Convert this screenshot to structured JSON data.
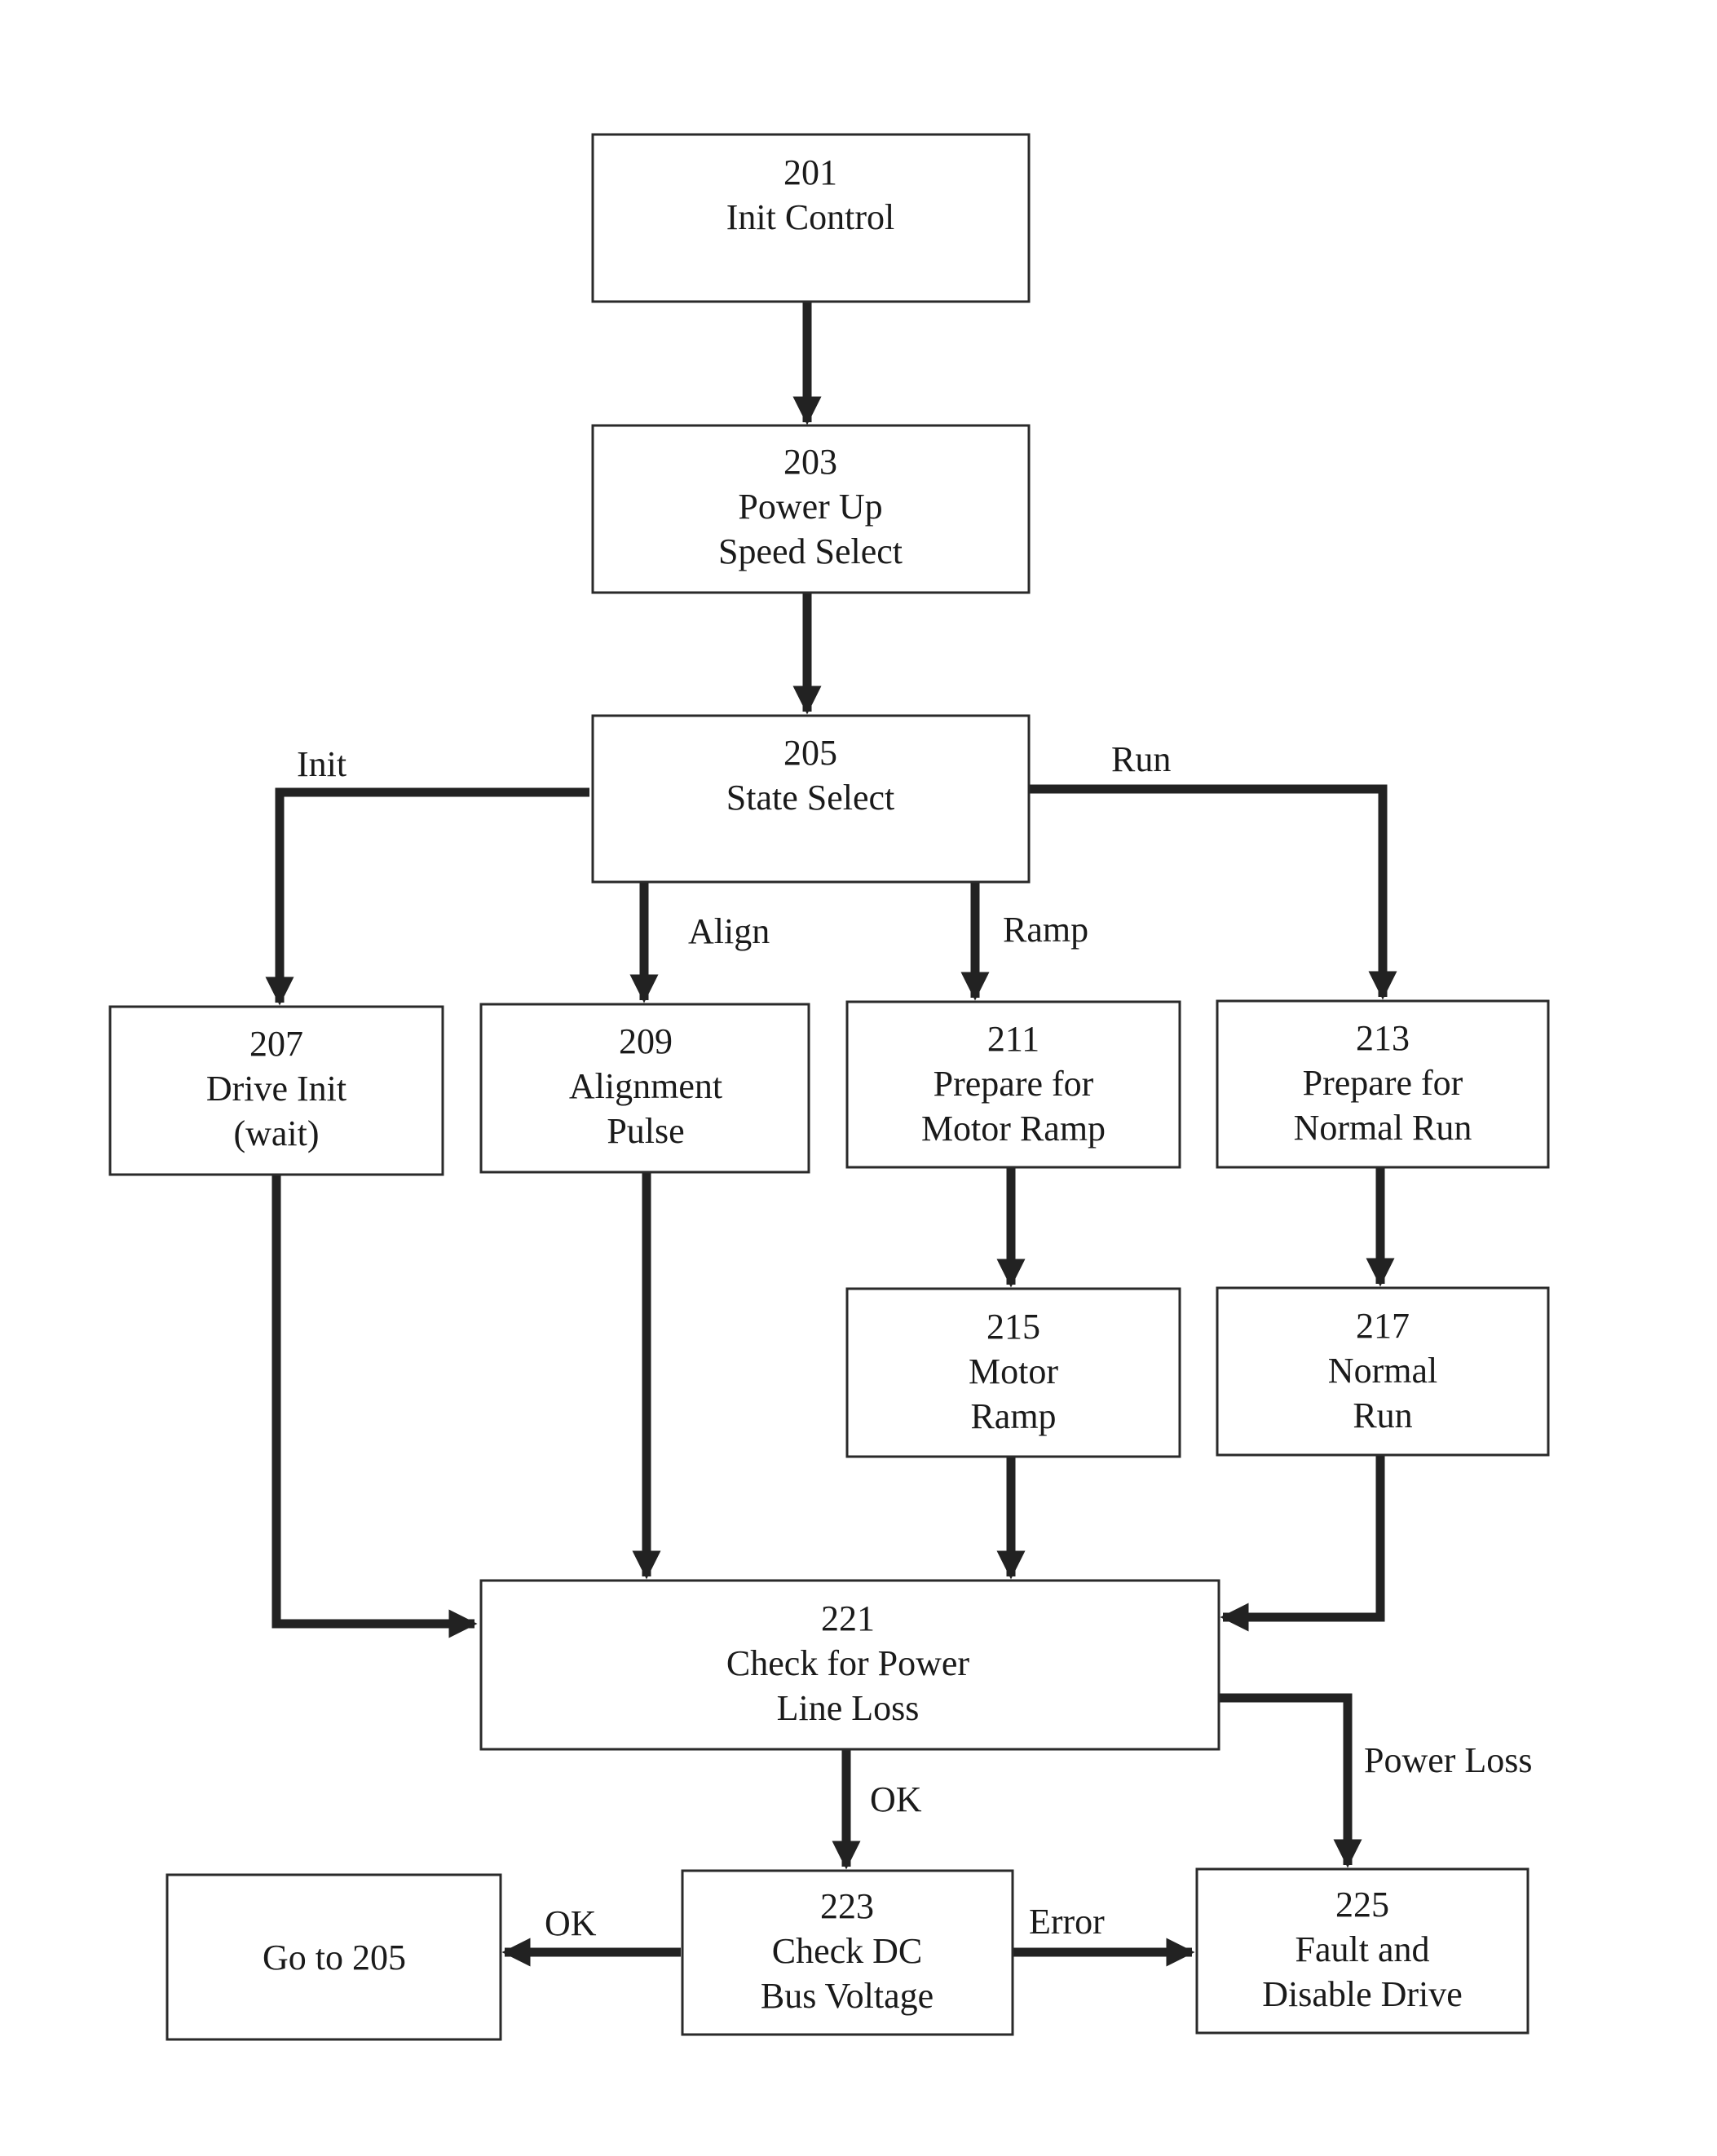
{
  "boxes": {
    "b201": {
      "id": "201",
      "lines": [
        "Init Control"
      ]
    },
    "b203": {
      "id": "203",
      "lines": [
        "Power Up",
        "Speed Select"
      ]
    },
    "b205": {
      "id": "205",
      "lines": [
        "State Select"
      ]
    },
    "b207": {
      "id": "207",
      "lines": [
        "Drive Init",
        "(wait)"
      ]
    },
    "b209": {
      "id": "209",
      "lines": [
        "Alignment",
        "Pulse"
      ]
    },
    "b211": {
      "id": "211",
      "lines": [
        "Prepare for",
        "Motor Ramp"
      ]
    },
    "b213": {
      "id": "213",
      "lines": [
        "Prepare for",
        "Normal Run"
      ]
    },
    "b215": {
      "id": "215",
      "lines": [
        "Motor",
        "Ramp"
      ]
    },
    "b217": {
      "id": "217",
      "lines": [
        "Normal",
        "Run"
      ]
    },
    "b221": {
      "id": "221",
      "lines": [
        "Check for Power",
        "Line Loss"
      ]
    },
    "b223": {
      "id": "223",
      "lines": [
        "Check DC",
        "Bus Voltage"
      ]
    },
    "b225": {
      "id": "225",
      "lines": [
        "Fault and",
        "Disable Drive"
      ]
    },
    "goto": {
      "id": "",
      "lines": [
        "Go to 205"
      ]
    }
  },
  "edge_labels": {
    "init": "Init",
    "run": "Run",
    "align": "Align",
    "ramp": "Ramp",
    "ok_down": "OK",
    "power_loss": "Power Loss",
    "ok_left": "OK",
    "error": "Error"
  }
}
